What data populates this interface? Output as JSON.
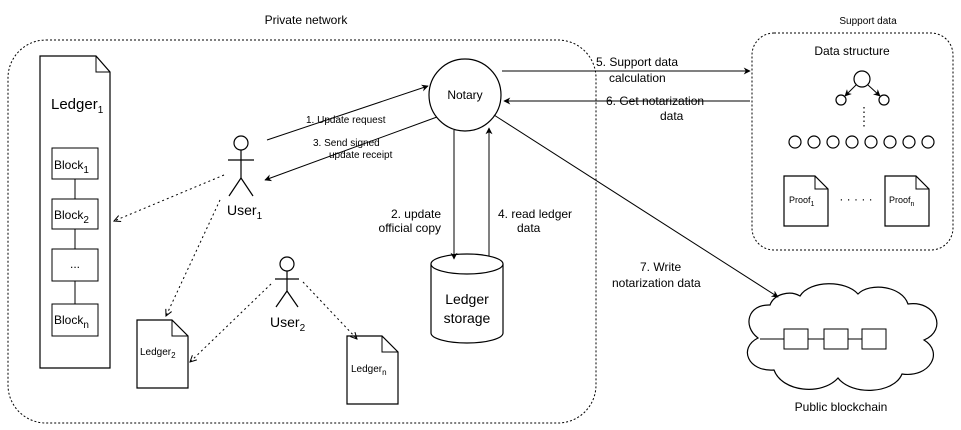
{
  "regions": {
    "private_network": "Private network",
    "support_data": "Support data",
    "public_blockchain": "Public blockchain"
  },
  "nodes": {
    "notary": "Notary",
    "ledger1": {
      "base": "Ledger",
      "sub": "1"
    },
    "ledger2": {
      "base": "Ledger",
      "sub": "2"
    },
    "ledgern": {
      "base": "Ledger",
      "sub": "n"
    },
    "user1": {
      "base": "User",
      "sub": "1"
    },
    "user2": {
      "base": "User",
      "sub": "2"
    },
    "ledger_storage": [
      "Ledger",
      "storage"
    ],
    "data_structure": "Data structure",
    "proof1": {
      "base": "Proof",
      "sub": "1"
    },
    "proofn": {
      "base": "Proof",
      "sub": "n"
    },
    "proof_ellipsis": "· · · · ·",
    "blocks": [
      {
        "base": "Block",
        "sub": "1"
      },
      {
        "base": "Block",
        "sub": "2"
      },
      {
        "base": "...",
        "sub": ""
      },
      {
        "base": "Block",
        "sub": "n"
      }
    ]
  },
  "steps": {
    "s1": [
      "1. Update request"
    ],
    "s2": [
      "2. update",
      "official copy"
    ],
    "s3": [
      "3. Send signed",
      "update receipt"
    ],
    "s4": [
      "4. read ledger",
      "data"
    ],
    "s5": [
      "5. Support data",
      "calculation"
    ],
    "s6": [
      "6. Get notarization",
      "data"
    ],
    "s7": [
      "7. Write",
      "notarization data"
    ]
  },
  "colors": {
    "stroke": "#000000",
    "background": "#ffffff"
  }
}
